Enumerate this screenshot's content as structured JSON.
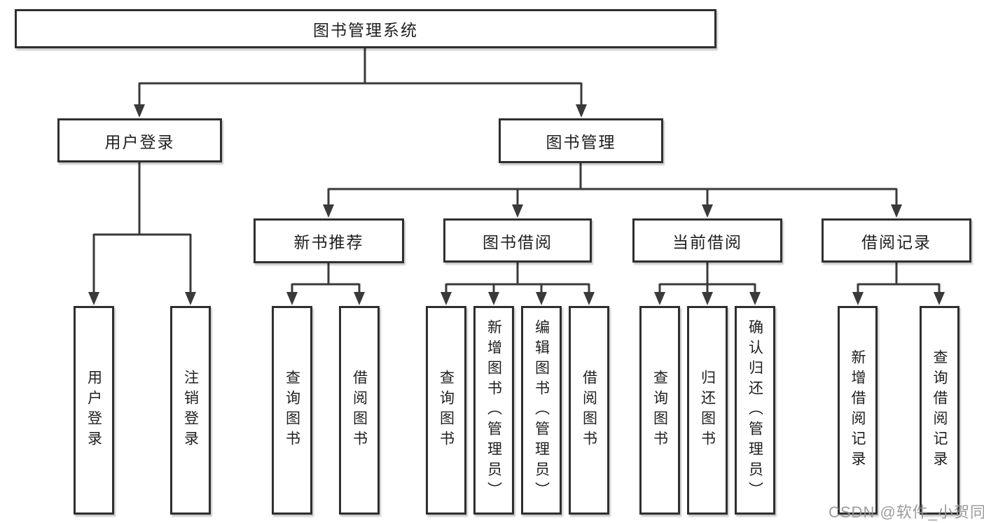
{
  "diagram": {
    "title": "图书管理系统",
    "colors": {
      "line": "#3a3a3a",
      "border": "#2f2f2f",
      "text": "#1f1f1f",
      "background": "#ffffff",
      "watermark": "#949494"
    },
    "root": {
      "label": "图书管理系统",
      "children": [
        {
          "label": "用户登录",
          "children": [
            {
              "label": "用户登录"
            },
            {
              "label": "注销登录"
            }
          ]
        },
        {
          "label": "图书管理",
          "children": [
            {
              "label": "新书推荐",
              "children": [
                {
                  "label": "查询图书"
                },
                {
                  "label": "借阅图书"
                }
              ]
            },
            {
              "label": "图书借阅",
              "children": [
                {
                  "label": "查询图书"
                },
                {
                  "label": "新增图书（管理员）"
                },
                {
                  "label": "编辑图书（管理员）"
                },
                {
                  "label": "借阅图书"
                }
              ]
            },
            {
              "label": "当前借阅",
              "children": [
                {
                  "label": "查询图书"
                },
                {
                  "label": "归还图书"
                },
                {
                  "label": "确认归还（管理员）"
                }
              ]
            },
            {
              "label": "借阅记录",
              "children": [
                {
                  "label": "新增借阅记录"
                },
                {
                  "label": "查询借阅记录"
                }
              ]
            }
          ]
        }
      ]
    }
  },
  "watermark": {
    "text": "CSDN @软件_小贺同学"
  }
}
